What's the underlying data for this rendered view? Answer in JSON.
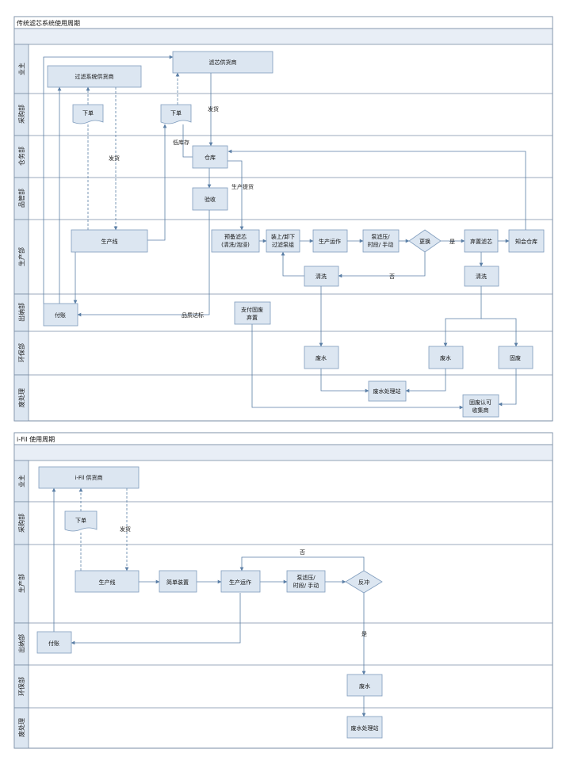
{
  "diagram1": {
    "title": "传统滤芯系统使用周期",
    "lanes": [
      "业主",
      "采购部",
      "仓务部",
      "品管部",
      "生产部",
      "出纳部",
      "环保部",
      "废处理"
    ],
    "nodes": {
      "filter_supplier": "滤芯供货商",
      "system_supplier": "过滤系统供货商",
      "order1": "下单",
      "order2": "下单",
      "warehouse": "仓库",
      "inspection": "验收",
      "production_line": "生产线",
      "prep": [
        "预备滤芯",
        "(清洗/泡浸)"
      ],
      "mount": [
        "装上/卸下",
        "过滤泵组"
      ],
      "run": "生产运作",
      "pump": [
        "泵滤压/",
        "时段/ 手动"
      ],
      "replace": "更换",
      "discard": "弃置滤芯",
      "notify": "知会仓库",
      "clean1": "清洗",
      "clean2": "清洗",
      "pay": "付账",
      "pay_solid": [
        "支付固废",
        "弃置"
      ],
      "wastewater1": "废水",
      "wastewater2": "废水",
      "solid": "固废",
      "wwtp": "废水处理站",
      "collector": [
        "固废认可",
        "收集商"
      ]
    },
    "labels": {
      "ship1": "发货",
      "ship2": "发货",
      "low_stock": "低库存",
      "prod_pick": "生产提货",
      "yes": "是",
      "no": "否",
      "qc_pass": "品质达标"
    }
  },
  "diagram2": {
    "title": "i-Fil 使用周期",
    "lanes": [
      "业主",
      "采购部",
      "生产部",
      "出纳部",
      "环保部",
      "废处理"
    ],
    "nodes": {
      "supplier": "i-Fil 供货商",
      "order": "下单",
      "production_line": "生产线",
      "simple": "简单装置",
      "run": "生产运作",
      "pump": [
        "泵滤压/",
        "时段/ 手动"
      ],
      "backwash": "反冲",
      "pay": "付账",
      "wastewater": "废水",
      "wwtp": "废水处理站"
    },
    "labels": {
      "ship": "发货",
      "no": "否",
      "yes": "是"
    }
  },
  "colors": {
    "node_fill": "#dce6f1",
    "node_stroke": "#7f9cbd",
    "lane_label_bg": "#dce6f1",
    "arrow": "#5b7fa6",
    "border": "#7a8ea6"
  }
}
